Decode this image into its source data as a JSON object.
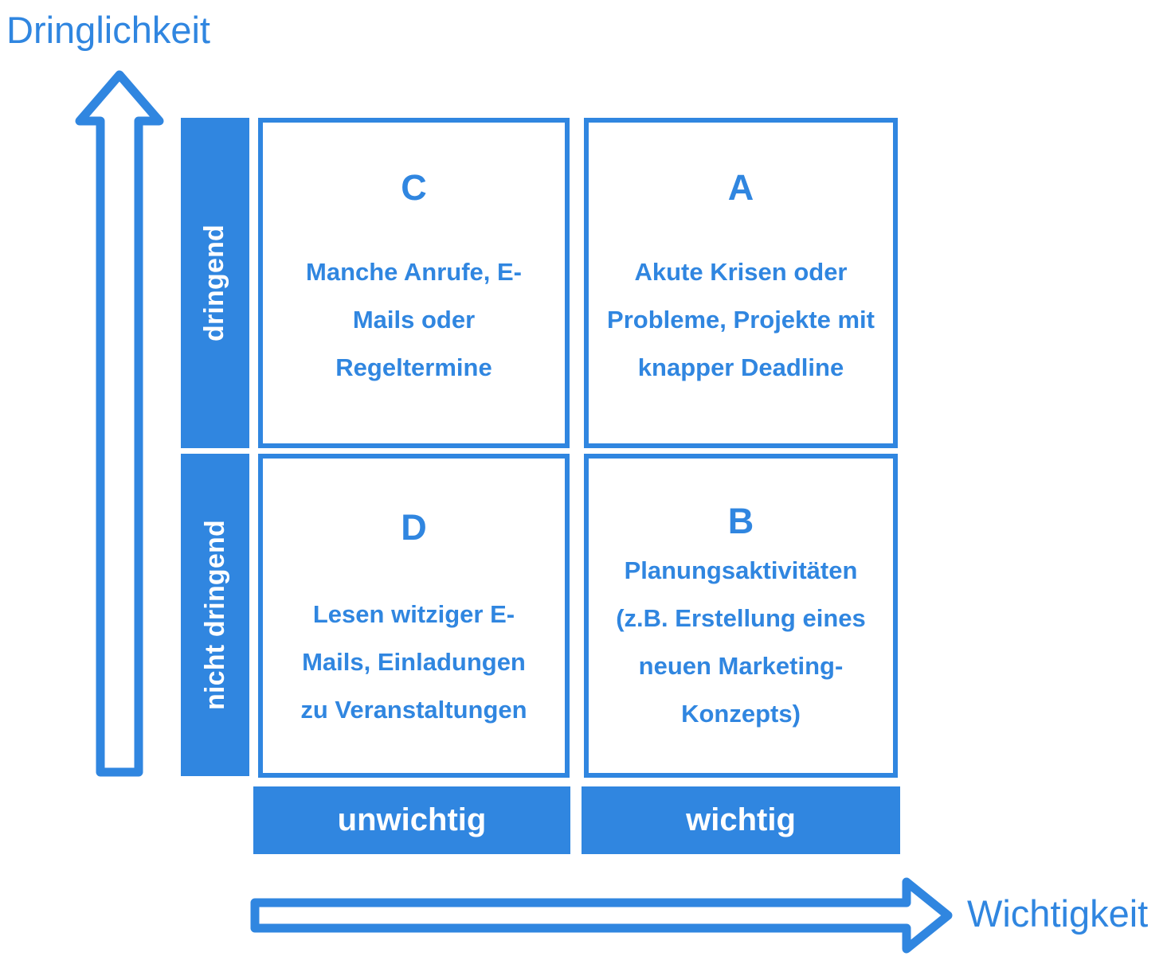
{
  "diagram": {
    "title_implicit": "Eisenhower-Matrix",
    "accent_color": "#3086E0",
    "text_on_accent": "#FFFFFF",
    "background": "#FFFFFF"
  },
  "axes": {
    "y": {
      "title": "Dringlichkeit",
      "arrow_icon": "arrow-up-outline",
      "direction": "up",
      "categories": [
        "dringend",
        "nicht dringend"
      ]
    },
    "x": {
      "title": "Wichtigkeit",
      "arrow_icon": "arrow-right-outline",
      "direction": "right",
      "categories": [
        "unwichtig",
        "wichtig"
      ]
    }
  },
  "row_labels": [
    {
      "key": "urgent",
      "label": "dringend"
    },
    {
      "key": "not-urgent",
      "label": "nicht dringend"
    }
  ],
  "col_labels": [
    {
      "key": "unimportant",
      "label": "unwichtig"
    },
    {
      "key": "important",
      "label": "wichtig"
    }
  ],
  "quadrants": {
    "c": {
      "letter": "C",
      "urgency": "dringend",
      "importance": "unwichtig",
      "description": "Manche Anrufe, E-Mails oder Regeltermine",
      "lines": [
        "Manche Anrufe, E-",
        "Mails oder",
        "Regeltermine"
      ]
    },
    "a": {
      "letter": "A",
      "urgency": "dringend",
      "importance": "wichtig",
      "description": "Akute Krisen oder Probleme, Projekte mit knapper Deadline",
      "lines": [
        "Akute Krisen oder",
        "Probleme, Projekte mit",
        "knapper Deadline"
      ]
    },
    "d": {
      "letter": "D",
      "urgency": "nicht dringend",
      "importance": "unwichtig",
      "description": "Lesen witziger E-Mails, Einladungen zu Veranstaltungen",
      "lines": [
        "Lesen witziger E-",
        "Mails, Einladungen",
        "zu Veranstaltungen"
      ]
    },
    "b": {
      "letter": "B",
      "urgency": "nicht dringend",
      "importance": "wichtig",
      "description": "Planungsaktivitäten (z.B. Erstellung eines neuen Marketing-Konzepts)",
      "lines": [
        "Planungsaktivitäten",
        "(z.B. Erstellung eines",
        "neuen Marketing-",
        "Konzepts)"
      ]
    }
  }
}
